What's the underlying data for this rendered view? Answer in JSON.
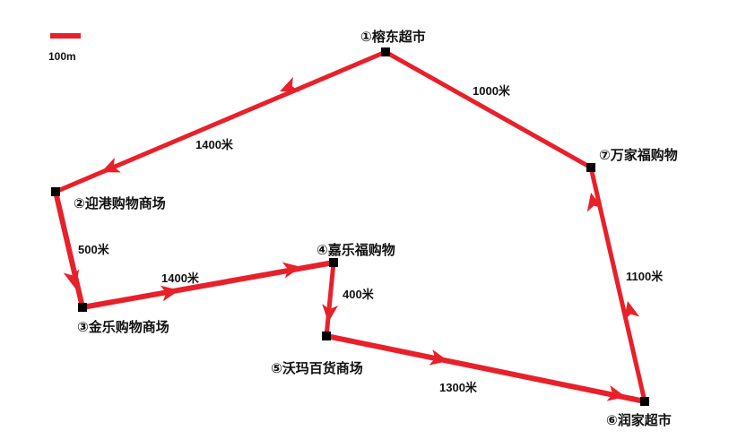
{
  "scale": {
    "label": "100m"
  },
  "stops": [
    {
      "id": "dongge",
      "label": "①榕东超市"
    },
    {
      "id": "yinggang",
      "label": "②迎港购物商场"
    },
    {
      "id": "jinle",
      "label": "③金乐购物商场"
    },
    {
      "id": "jiale",
      "label": "④嘉乐福购物"
    },
    {
      "id": "woma",
      "label": "⑤沃玛百货商场"
    },
    {
      "id": "runjia",
      "label": "⑥润家超市"
    },
    {
      "id": "wanjia",
      "label": "⑦万家福购物"
    }
  ],
  "segments": [
    {
      "from": "dongge",
      "to": "yinggang",
      "distance": "1400米"
    },
    {
      "from": "yinggang",
      "to": "jinle",
      "distance": "500米"
    },
    {
      "from": "jinle",
      "to": "jiale",
      "distance": "1400米"
    },
    {
      "from": "jiale",
      "to": "woma",
      "distance": "400米"
    },
    {
      "from": "woma",
      "to": "runjia",
      "distance": "1300米"
    },
    {
      "from": "runjia",
      "to": "wanjia",
      "distance": "1100米"
    },
    {
      "from": "wanjia",
      "to": "dongge",
      "distance": "1000米"
    }
  ],
  "colors": {
    "route": "#e8202a",
    "node": "#000000",
    "text": "#111111"
  }
}
